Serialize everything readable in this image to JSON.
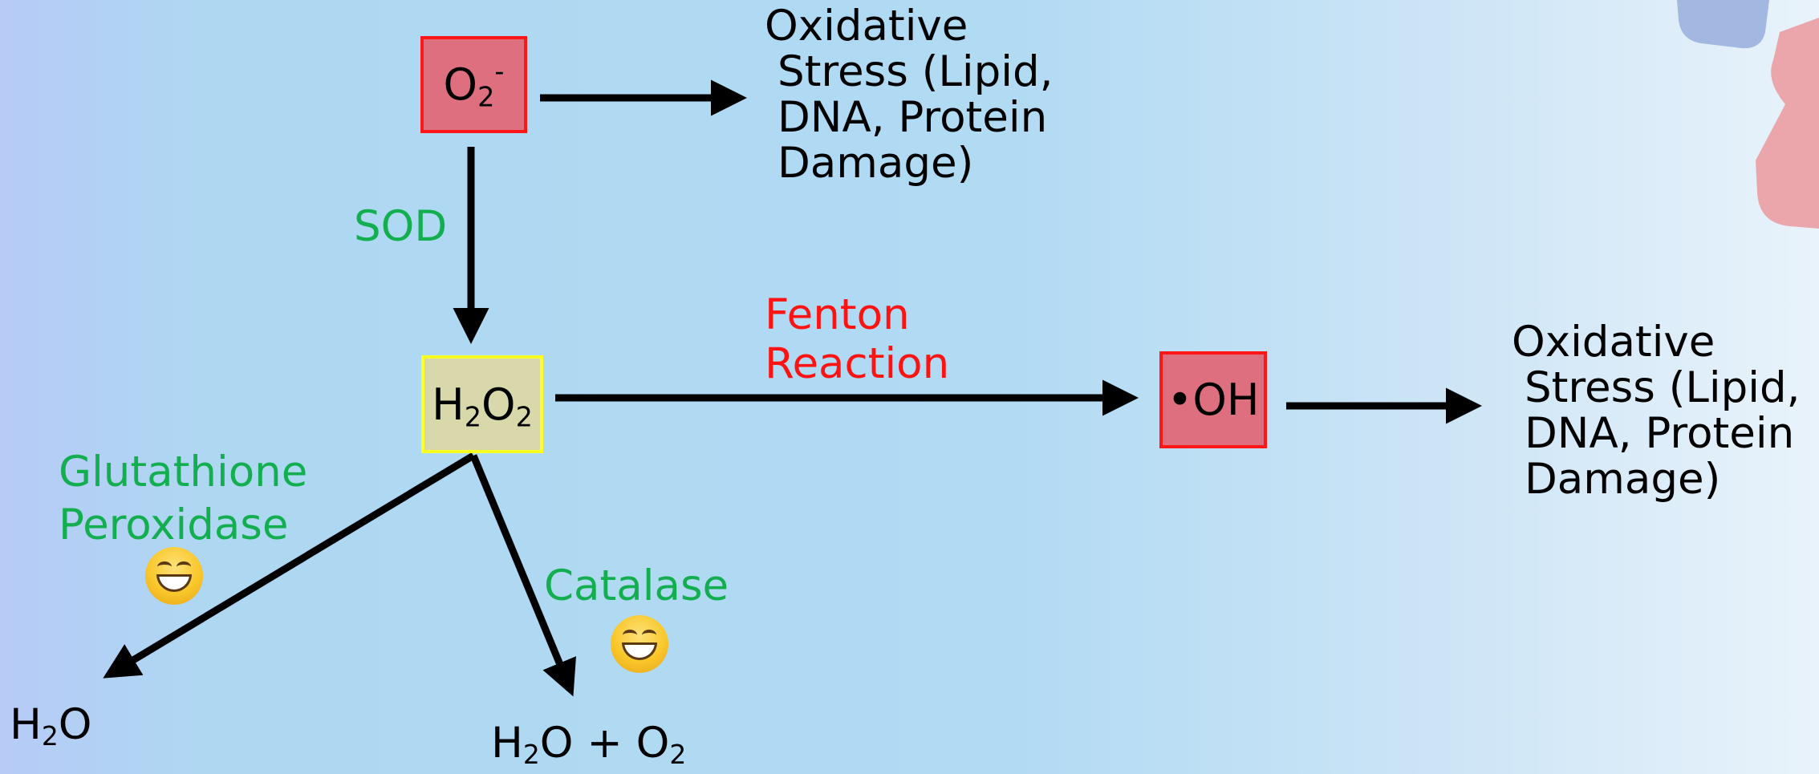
{
  "nodes": {
    "superoxide": {
      "main": "O",
      "sub": "2",
      "sup": "-"
    },
    "hydrogen_peroxide": {
      "p1": "H",
      "s1": "2",
      "p2": "O",
      "s2": "2"
    },
    "hydroxyl": {
      "dot": "•",
      "main": "OH"
    }
  },
  "stress_top": [
    "Oxidative",
    "Stress (Lipid,",
    "DNA, Protein",
    "Damage)"
  ],
  "stress_right": [
    "Oxidative",
    "Stress (Lipid,",
    "DNA, Protein",
    "Damage)"
  ],
  "enzymes": {
    "sod": "SOD",
    "fenton": [
      "Fenton",
      "Reaction"
    ],
    "glutathione": [
      "Glutathione",
      "Peroxidase"
    ],
    "catalase": "Catalase"
  },
  "products": {
    "water": {
      "p1": "H",
      "s1": "2",
      "p2": "O"
    },
    "water_oxygen": {
      "p1": "H",
      "s1": "2",
      "p2": "O + O",
      "s2": "2"
    }
  },
  "emoji": {
    "glutathione": "grinning-face-icon",
    "catalase": "grinning-face-icon"
  },
  "colors": {
    "enzyme_green": "#13ae4f",
    "fenton_red": "#ff1212",
    "radical_box": "#dd6f7f",
    "peroxide_box": "#d9d8ab"
  }
}
